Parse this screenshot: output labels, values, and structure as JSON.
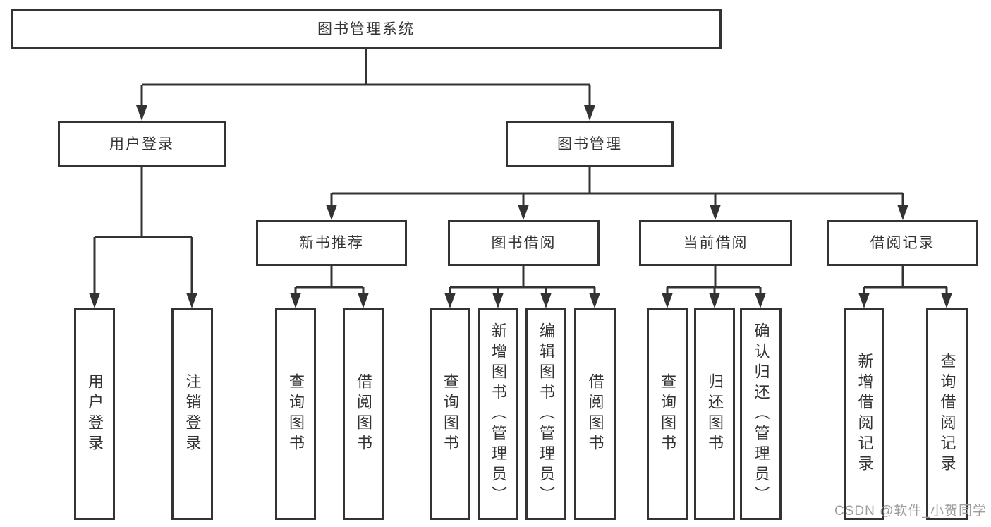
{
  "colors": {
    "background": "#ffffff",
    "line": "#333333",
    "box_border": "#333333",
    "text": "#333333",
    "watermark": "#9d9d9d"
  },
  "root": {
    "label": "图书管理系统"
  },
  "branches": [
    {
      "label": "用户登录",
      "children": [
        {
          "label": "用户登录"
        },
        {
          "label": "注销登录"
        }
      ]
    },
    {
      "label": "图书管理",
      "children": [
        {
          "label": "新书推荐",
          "children": [
            {
              "label": "查询图书"
            },
            {
              "label": "借阅图书"
            }
          ]
        },
        {
          "label": "图书借阅",
          "children": [
            {
              "label": "查询图书"
            },
            {
              "label": "新增图书（管理员）"
            },
            {
              "label": "编辑图书（管理员）"
            },
            {
              "label": "借阅图书"
            }
          ]
        },
        {
          "label": "当前借阅",
          "children": [
            {
              "label": "查询图书"
            },
            {
              "label": "归还图书"
            },
            {
              "label": "确认归还（管理员）"
            }
          ]
        },
        {
          "label": "借阅记录",
          "children": [
            {
              "label": "新增借阅记录"
            },
            {
              "label": "查询借阅记录"
            }
          ]
        }
      ]
    }
  ],
  "watermark": {
    "text": "CSDN @软件_小贺同学"
  }
}
